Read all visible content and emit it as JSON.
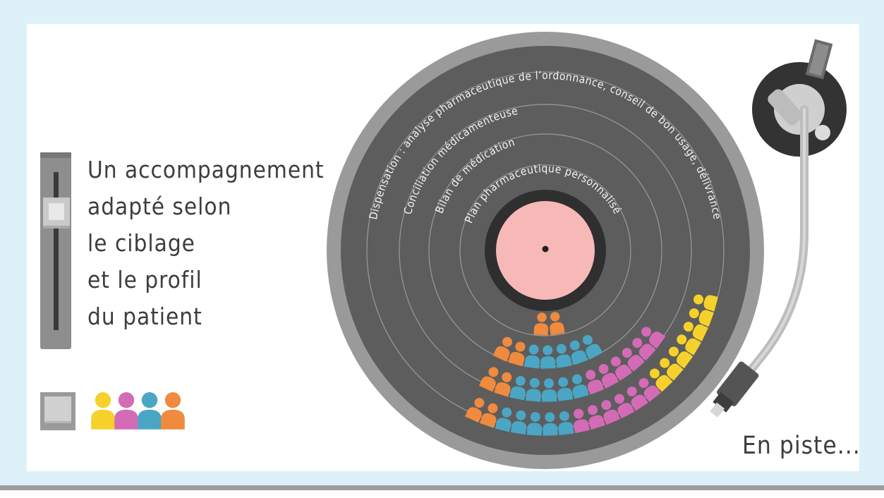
{
  "title_lines": [
    "Un accompagnement",
    "adapté selon",
    "le ciblage",
    "et le profil",
    "du patient"
  ],
  "footer_text": "En piste...",
  "tracks": [
    {
      "label": "Dispensation : analyse pharmaceutique de l’ordonnance, conseil de bon usage, délivrance"
    },
    {
      "label": "Conciliation médicamenteuse"
    },
    {
      "label": "Bilan de médication"
    },
    {
      "label": "Plan pharmaceutique personnalisé"
    }
  ],
  "colors": {
    "orange": "#f08a3e",
    "blue": "#4aa6c4",
    "pink": "#d46bb6",
    "yellow": "#f6d12b",
    "disc": "#5d5d5d",
    "label_center": "#f7b8b8",
    "frame": "#ddf1f9"
  },
  "legend": [
    "yellow",
    "pink",
    "blue",
    "orange"
  ],
  "people_rows": [
    [
      "orange",
      "orange"
    ],
    [
      "orange",
      "orange",
      "blue",
      "blue",
      "blue",
      "blue",
      "blue"
    ],
    [
      "orange",
      "orange",
      "blue",
      "blue",
      "blue",
      "blue",
      "blue",
      "pink",
      "pink",
      "pink",
      "pink",
      "pink",
      "pink"
    ],
    [
      "orange",
      "orange",
      "blue",
      "blue",
      "blue",
      "blue",
      "blue",
      "pink",
      "pink",
      "pink",
      "pink",
      "pink",
      "pink",
      "yellow",
      "yellow",
      "yellow",
      "yellow",
      "yellow",
      "yellow",
      "yellow"
    ]
  ],
  "icons": {
    "slider": "volume-slider-icon",
    "stop": "stop-button-icon",
    "tonearm": "tonearm-icon",
    "person": "person-icon"
  }
}
